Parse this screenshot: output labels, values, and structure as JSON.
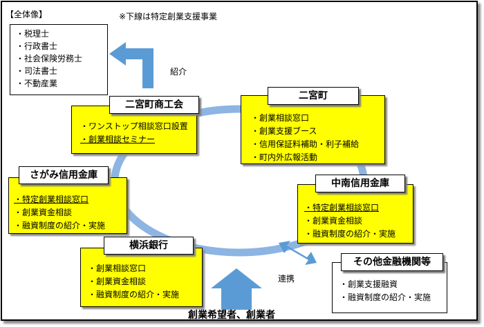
{
  "header": {
    "overview_label": "【全体像】",
    "note": "※下線は特定創業支援事業"
  },
  "professionals": {
    "items": [
      "・税理士",
      "・行政書士",
      "・社会保険労務士",
      "・司法書士",
      "・不動産業"
    ]
  },
  "links": {
    "referral_label": "紹介",
    "cooperation_label": "連携"
  },
  "org_chamber": {
    "title": "二宮町商工会",
    "items": [
      {
        "text": "・ワンストップ相談窓口設置",
        "underline": false
      },
      {
        "text": "・創業相談セミナー",
        "underline": true
      }
    ]
  },
  "org_town": {
    "title": "二宮町",
    "items": [
      {
        "text": "・創業相談窓口",
        "underline": false
      },
      {
        "text": "・創業支援ブース",
        "underline": false
      },
      {
        "text": "・信用保証料補助・利子補給",
        "underline": false
      },
      {
        "text": "・町内外広報活動",
        "underline": false
      }
    ]
  },
  "org_sagami": {
    "title": "さがみ信用金庫",
    "items": [
      {
        "text": "・特定創業相談窓口",
        "underline": true
      },
      {
        "text": "・創業資金相談",
        "underline": false
      },
      {
        "text": "・融資制度の紹介・実施",
        "underline": false
      }
    ]
  },
  "org_chunan": {
    "title": "中南信用金庫",
    "items": [
      {
        "text": "・特定創業相談窓口",
        "underline": true
      },
      {
        "text": "・創業資金相談",
        "underline": false
      },
      {
        "text": "・融資制度の紹介・実施",
        "underline": false
      }
    ]
  },
  "org_yokohama": {
    "title": "横浜銀行",
    "items": [
      {
        "text": "・創業相談窓口",
        "underline": false
      },
      {
        "text": "・創業資金相談",
        "underline": false
      },
      {
        "text": "・融資制度の紹介・実施",
        "underline": false
      }
    ]
  },
  "org_other": {
    "title": "その他金融機関等",
    "items": [
      {
        "text": "・創業支援融資",
        "underline": false
      },
      {
        "text": "・融資制度の紹介・実施",
        "underline": false
      }
    ]
  },
  "footer": {
    "entrepreneurs": "創業希望者、創業者"
  },
  "colors": {
    "box_fill": "#ffff00",
    "ring_fill": "#8db4e2",
    "arrow_fill": "#5b9bd5"
  }
}
